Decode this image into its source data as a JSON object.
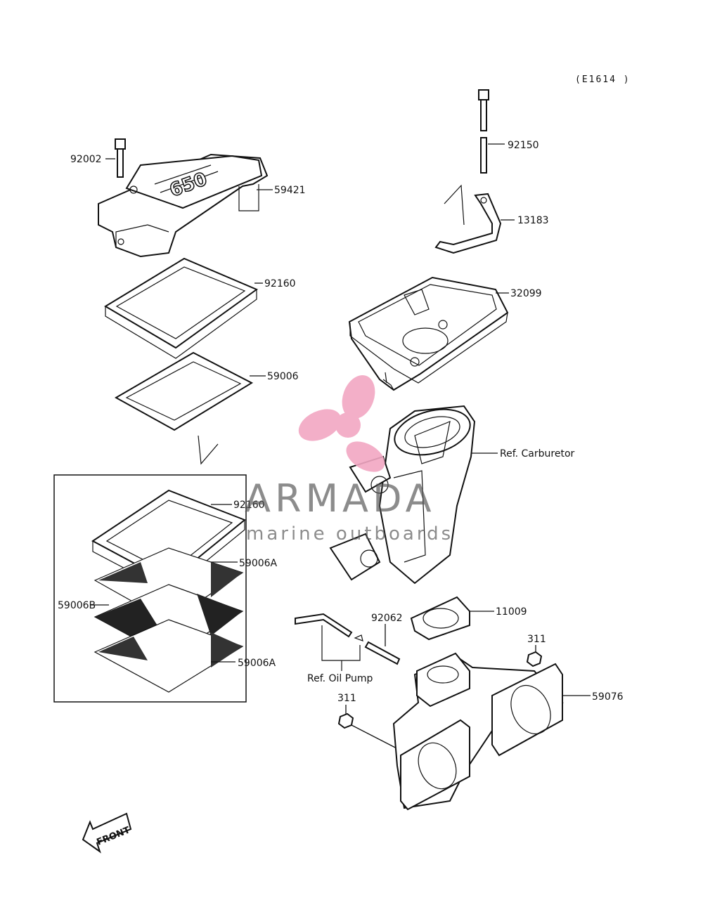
{
  "diagram_code": "(E1614 )",
  "labels": {
    "p92002": "92002",
    "p59421": "59421",
    "p92150": "92150",
    "p13183": "13183",
    "p32099": "32099",
    "p92160_top": "92160",
    "p59006": "59006",
    "ref_carburetor": "Ref. Carburetor",
    "p92160_box": "92160",
    "p59006A_top": "59006A",
    "p59006B": "59006B",
    "p59006A_bottom": "59006A",
    "p11009": "11009",
    "p92062": "92062",
    "p311_right": "311",
    "p311_left": "311",
    "ref_oil_pump": "Ref. Oil Pump",
    "p59076": "59076"
  },
  "cover_emblem": "650",
  "front_arrow": "FRONT",
  "watermark": {
    "brand": "ARMADA",
    "tagline": "marine outboards",
    "logo_color": "#f2a7c3",
    "text_color": "#555555"
  }
}
